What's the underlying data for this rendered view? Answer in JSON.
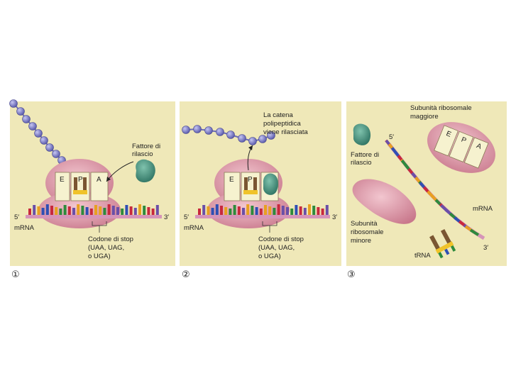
{
  "panels": [
    {
      "number": "①",
      "factor_label": [
        "Fattore di",
        "rilascio"
      ],
      "sites": [
        "E",
        "P",
        "A"
      ],
      "prime5": "5′",
      "prime3": "3′",
      "mrna": "mRNA",
      "stop_label": [
        "Codone di stop",
        "(UAA, UAG,",
        "o UGA)"
      ]
    },
    {
      "number": "②",
      "release_label": [
        "La catena",
        "polipeptidica",
        "viene rilasciata"
      ],
      "sites": [
        "E",
        "P"
      ],
      "prime5": "5′",
      "prime3": "3′",
      "mrna": "mRNA",
      "stop_label": [
        "Codone di stop",
        "(UAA, UAG,",
        "o UGA)"
      ]
    },
    {
      "number": "③",
      "large_subunit_label": [
        "Subunità ribosomale",
        "maggiore"
      ],
      "factor_label": [
        "Fattore di",
        "rilascio"
      ],
      "sites": [
        "E",
        "P",
        "A"
      ],
      "prime5": "5′",
      "prime3": "3′",
      "mrna": "mRNA",
      "small_subunit_label": [
        "Subunità",
        "ribosomale",
        "minore"
      ],
      "trna": "tRNA"
    }
  ],
  "colors": {
    "panel_bg": "#efe8b8",
    "ribosome": "#dc9eab",
    "mrna_strand": "#d694b8",
    "bead": "#8f8fd6",
    "release_factor": "#4e9a88",
    "trna_brown": "#7a5632",
    "trna_yellow": "#f0c32a",
    "site_box": "#f6f2cf"
  },
  "nucleotide_colors": [
    "#c8283c",
    "#2f4fb4",
    "#2e8a3c",
    "#e8a020",
    "#6a4fa8"
  ]
}
